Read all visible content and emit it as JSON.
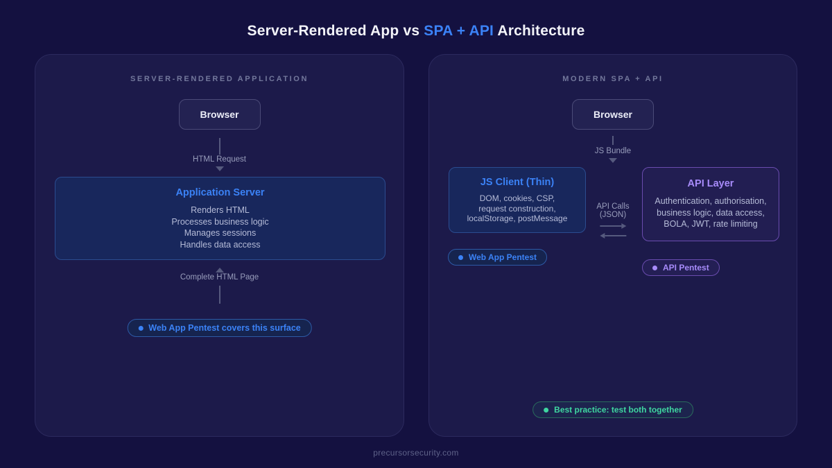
{
  "page": {
    "title_prefix": "Server-Rendered App vs ",
    "title_highlight": "SPA + API",
    "title_suffix": " Architecture",
    "footer": "precursorsecurity.com"
  },
  "colors": {
    "accent_blue": "#3b82f6",
    "accent_purple": "#a78bfa",
    "accent_teal": "#3fd6a0",
    "background": "#141140",
    "panel": "#1c1a4a"
  },
  "left_panel": {
    "header": "SERVER-RENDERED APPLICATION",
    "browser_label": "Browser",
    "request_label": "HTML Request",
    "server_box": {
      "title": "Application Server",
      "lines": {
        "0": "Renders HTML",
        "1": "Processes business logic",
        "2": "Manages sessions",
        "3": "Handles data access"
      }
    },
    "response_label": "Complete HTML Page",
    "badge_label": "Web App Pentest covers this surface"
  },
  "right_panel": {
    "header": "MODERN SPA + API",
    "browser_label": "Browser",
    "bundle_label": "JS Bundle",
    "client_box": {
      "title": "JS Client (Thin)",
      "lines": {
        "0": "DOM, cookies, CSP,",
        "1": "request construction,",
        "2": "localStorage, postMessage"
      }
    },
    "api_box": {
      "title": "API Layer",
      "lines": {
        "0": "Authentication, authorisation,",
        "1": "business logic, data access,",
        "2": "BOLA, JWT, rate limiting"
      }
    },
    "api_calls_line1": "API Calls",
    "api_calls_line2": "(JSON)",
    "badge_web_label": "Web App Pentest",
    "badge_api_label": "API Pentest",
    "badge_best_label": "Best practice: test both together"
  }
}
